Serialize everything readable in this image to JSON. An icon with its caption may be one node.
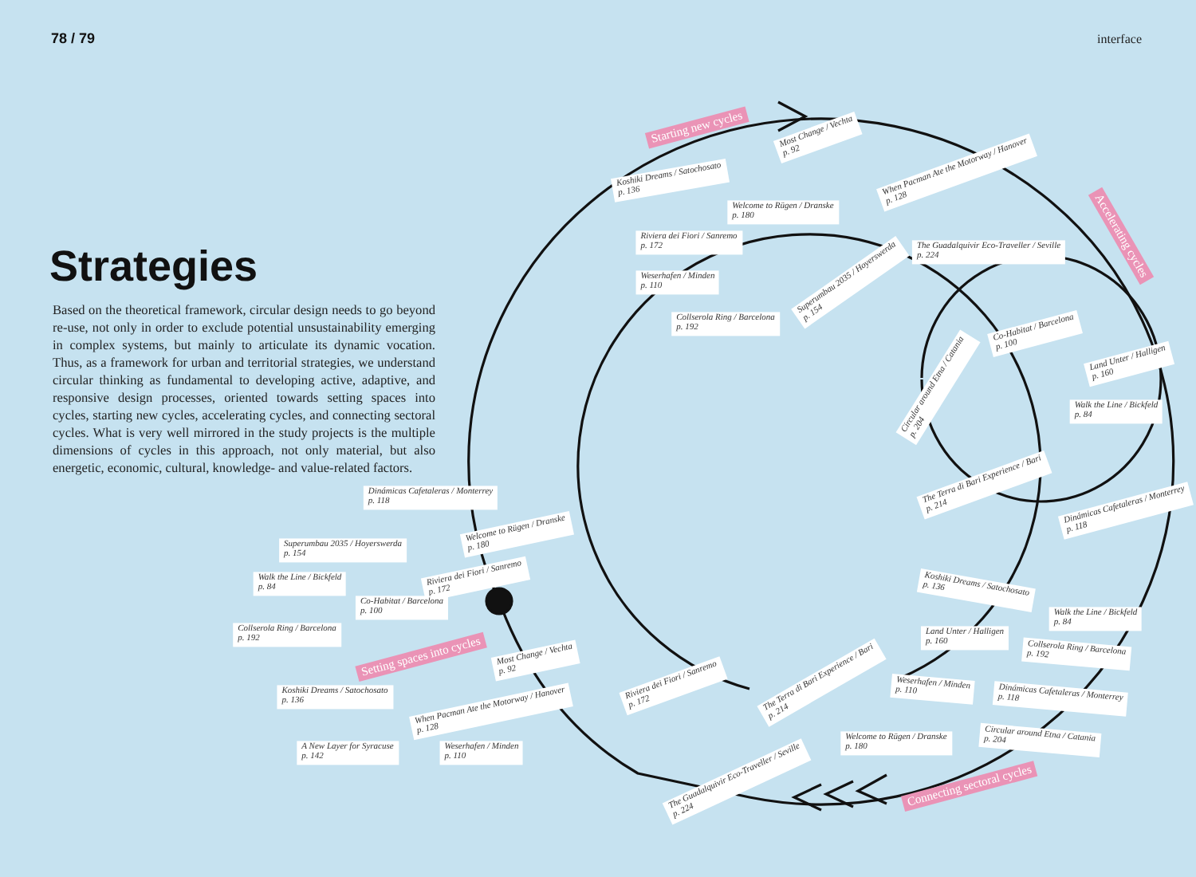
{
  "diagram": {
    "title": "Strategies",
    "nodes": [
      {
        "text": [
          "Starting new cycles"
        ]
      },
      {
        "text": [
          "Most Change / Vechta",
          "p. 92"
        ]
      },
      {
        "text": [
          "When Pacman Ate the Motorway / Hanover",
          "p. 128"
        ]
      },
      {
        "text": [
          "Koshiki Dreams / Satochosato",
          "p. 136"
        ]
      },
      {
        "text": [
          "Welcome to Rügen / Dranske",
          "p. 180"
        ]
      },
      {
        "text": [
          "Riviera dei Fiori / Sanremo",
          "p. 172"
        ]
      },
      {
        "text": [
          "Superumbau 2035 / Hoyerswerda",
          "p. 154"
        ]
      },
      {
        "text": [
          "Weserhafen / Minden",
          "p. 110"
        ]
      },
      {
        "text": [
          "The Guadalquivir Eco-Traveller / Seville",
          "p. 224"
        ]
      },
      {
        "text": [
          "Collserola Ring / Barcelona",
          "p. 192"
        ]
      },
      {
        "text": [
          "Accelerating cycles"
        ]
      },
      {
        "text": [
          "Circular around Etna / Catania",
          "p. 204"
        ]
      },
      {
        "text": [
          "Co-Habitat / Barcelona",
          "p. 100"
        ]
      },
      {
        "text": [
          "Land Unter / Halligen",
          "p. 160"
        ]
      },
      {
        "text": [
          "Walk the Line / Bickfeld",
          "p. 84"
        ]
      },
      {
        "text": [
          "The Terra di Bari Experience / Bari",
          "p. 214"
        ]
      },
      {
        "text": [
          "Dinámicas Cafetaleras / Monterrey",
          "p. 118"
        ]
      },
      {
        "text": [
          "Dinámicas Cafetaleras / Monterrey",
          "p. 118"
        ]
      },
      {
        "text": [
          "Welcome to Rügen / Dranske",
          "p. 180"
        ]
      },
      {
        "text": [
          "Superumbau 2035 / Hoyerswerda",
          "p. 154"
        ]
      },
      {
        "text": [
          "Riviera dei Fiori / Sanremo",
          "p. 172"
        ]
      },
      {
        "text": [
          "Walk the Line / Bickfeld",
          "p. 84"
        ]
      },
      {
        "text": [
          "Co-Habitat / Barcelona",
          "p. 100"
        ]
      },
      {
        "text": [
          "Collserola Ring / Barcelona",
          "p. 192"
        ]
      },
      {
        "text": [
          "Setting spaces into cycles"
        ]
      },
      {
        "text": [
          "Most Change / Vechta",
          "p. 92"
        ]
      },
      {
        "text": [
          "Koshiki Dreams / Satochosato",
          "p. 136"
        ]
      },
      {
        "text": [
          "When Pacman Ate the Motorway / Hanover",
          "p. 128"
        ]
      },
      {
        "text": [
          "Weserhafen / Minden",
          "p. 110"
        ]
      },
      {
        "text": [
          "A New Layer for Syracuse",
          "p. 142"
        ]
      },
      {
        "text": [
          "Koshiki Dreams / Satochosato",
          "p. 136"
        ]
      },
      {
        "text": [
          "Walk the Line / Bickfeld",
          "p. 84"
        ]
      },
      {
        "text": [
          "Land Unter / Halligen",
          "p. 160"
        ]
      },
      {
        "text": [
          "Collserola Ring / Barcelona",
          "p. 192"
        ]
      },
      {
        "text": [
          "Riviera dei Fiori / Sanremo",
          "p. 172"
        ]
      },
      {
        "text": [
          "The Terra di Bari Experience / Bari",
          "p. 214"
        ]
      },
      {
        "text": [
          "Weserhafen / Minden",
          "p. 110"
        ]
      },
      {
        "text": [
          "Dinámicas Cafetaleras / Monterrey",
          "p. 118"
        ]
      },
      {
        "text": [
          "Welcome to Rügen / Dranske",
          "p. 180"
        ]
      },
      {
        "text": [
          "Circular around Etna / Catania",
          "p. 204"
        ]
      },
      {
        "text": [
          "The Guadalquivir Eco-Traveller / Seville",
          "p. 224"
        ]
      },
      {
        "text": [
          "Connecting sectoral cycles"
        ]
      }
    ],
    "labels": [
      "78 / 79",
      "interface",
      "Based on the theoretical framework, circular design needs to go beyond re-use, not only in order to exclude potential unsustainability emerging in complex systems, but mainly to articulate its dynamic vocation. Thus, as a framework for urban and territorial strategies, we understand circular thinking as fundamental to developing active, adaptive, and responsive design processes, oriented towards setting spaces into cycles, starting new cycles, accelerating cycles, and connecting sectoral cycles. What is very well mirrored in the study projects is the multiple dimensions of cycles in this approach, not only material, but also energetic, economic, cultural, knowledge- and value-related factors."
    ]
  }
}
